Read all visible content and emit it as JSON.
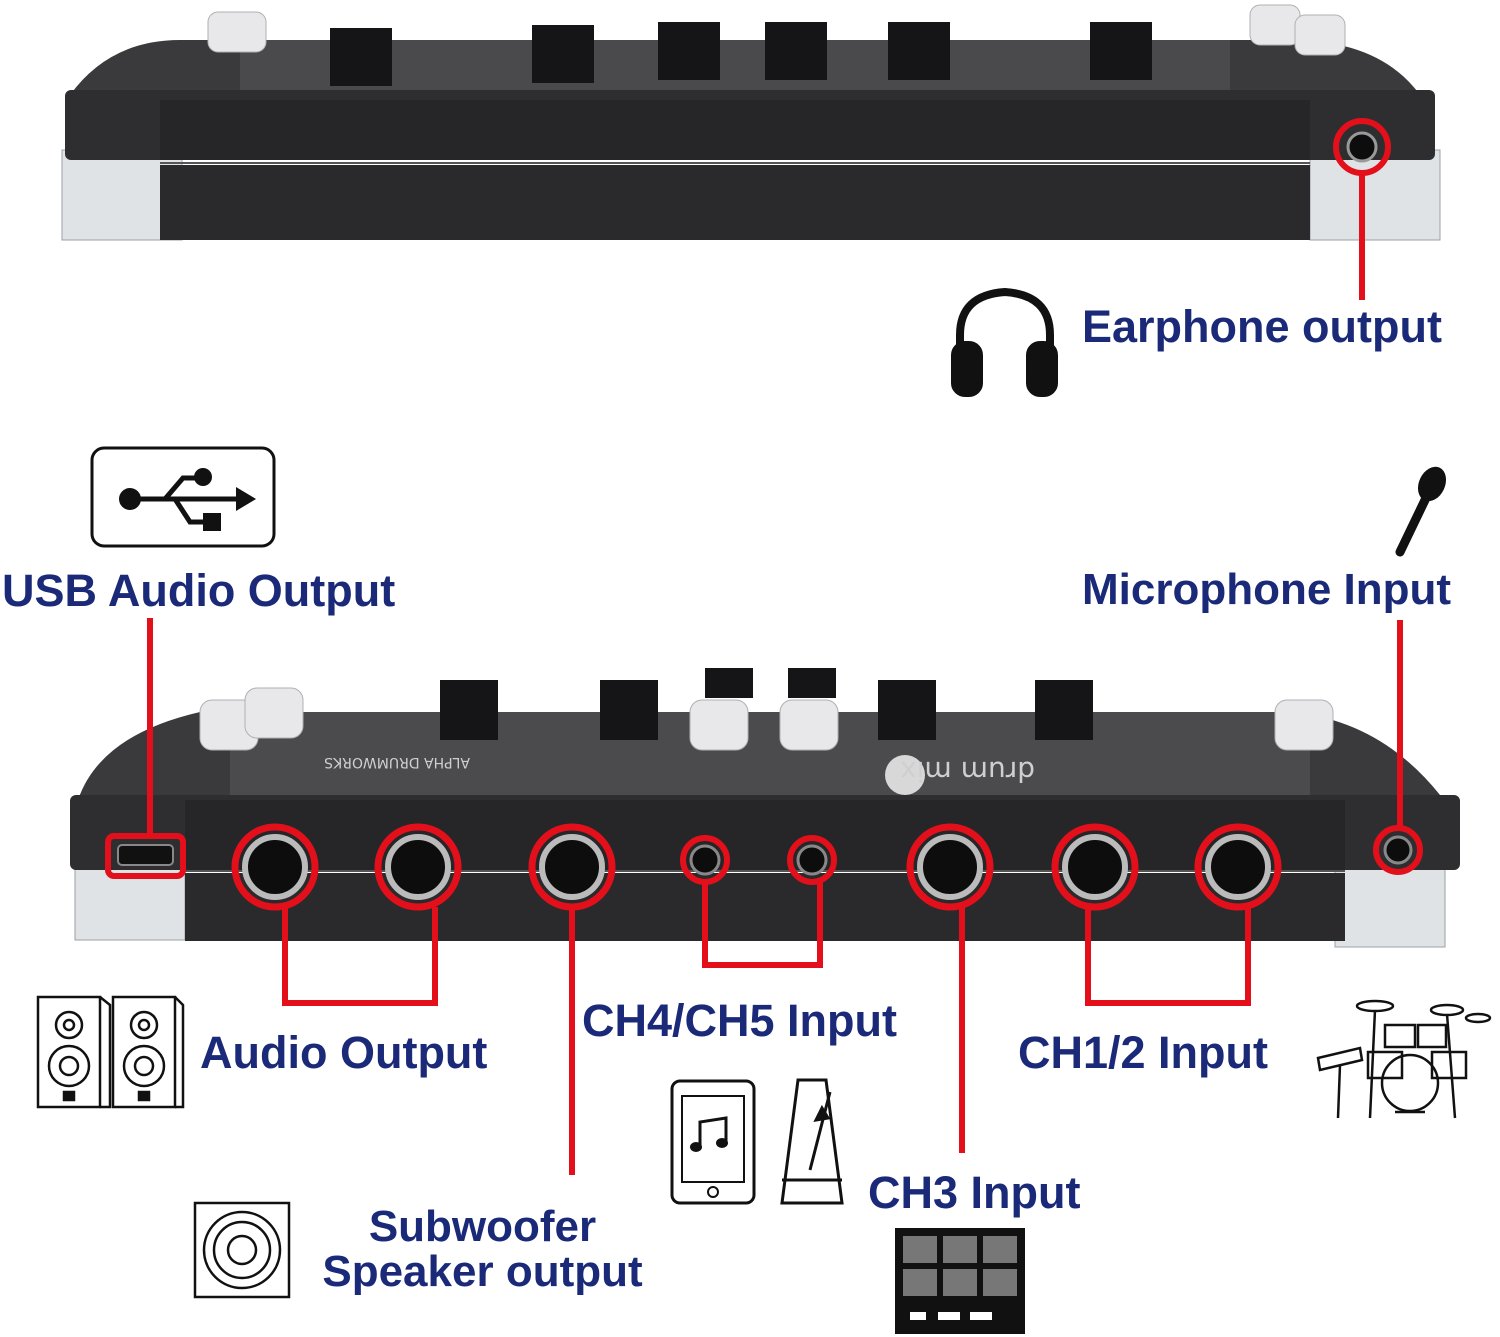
{
  "labels": {
    "earphone": "Earphone output",
    "usb": "USB Audio Output",
    "mic": "Microphone Input",
    "audio_out": "Audio Output",
    "ch45": "CH4/CH5 Input",
    "ch12": "CH1/2 Input",
    "ch3": "CH3 Input",
    "sub_line1": "Subwoofer",
    "sub_line2": "Speaker output"
  },
  "device_print": {
    "brand": "drum mix",
    "maker": "ALPHA DRUMWORKS"
  },
  "colors": {
    "label_text": "#1b2a78",
    "callout_red": "#e3101b",
    "device_body": "#2b2b2d",
    "knob": "#e8e8ea"
  },
  "icons": [
    "headphones-icon",
    "usb-icon",
    "microphone-icon",
    "speakers-icon",
    "subwoofer-icon",
    "tablet-music-icon",
    "metronome-icon",
    "drum-pad-icon",
    "drum-kit-icon"
  ]
}
